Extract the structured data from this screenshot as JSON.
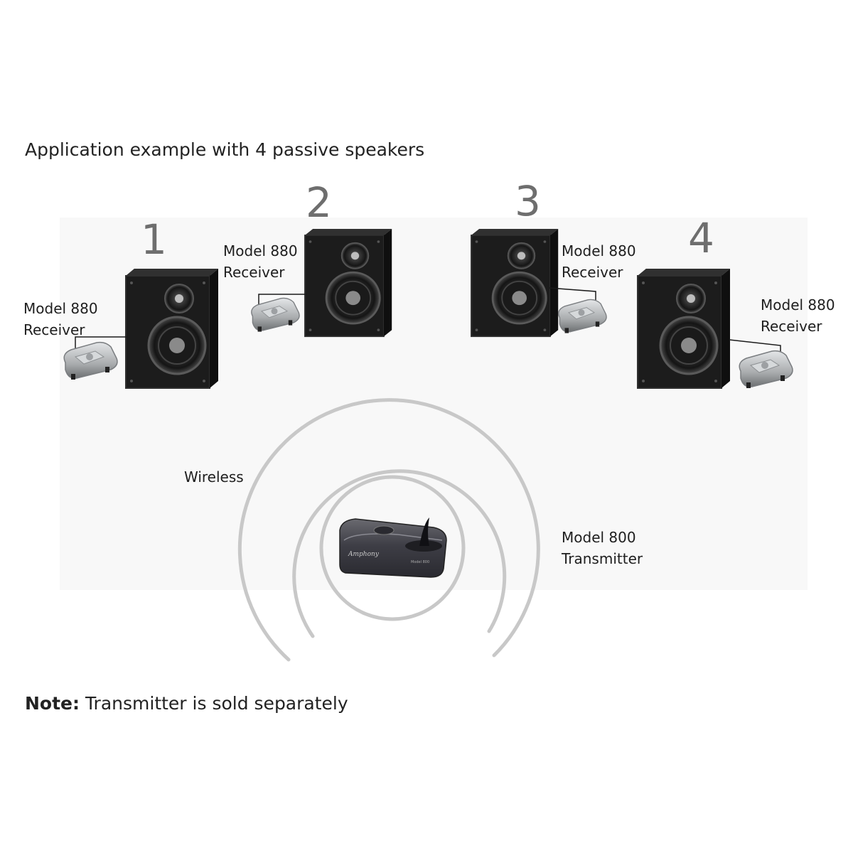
{
  "title": "Application example with 4 passive speakers",
  "speakers": [
    {
      "number": "1",
      "receiver_line1": "Model 880",
      "receiver_line2": "Receiver"
    },
    {
      "number": "2",
      "receiver_line1": "Model 880",
      "receiver_line2": "Receiver"
    },
    {
      "number": "3",
      "receiver_line1": "Model 880",
      "receiver_line2": "Receiver"
    },
    {
      "number": "4",
      "receiver_line1": "Model 880",
      "receiver_line2": "Receiver"
    }
  ],
  "wireless_label": "Wireless",
  "transmitter": {
    "line1": "Model 800",
    "line2": "Transmitter",
    "brand": "Amphony",
    "model_tag": "Model 800"
  },
  "note": {
    "label": "Note:",
    "text": " Transmitter is sold separately"
  },
  "colors": {
    "speaker": "#1b1b1b",
    "receiver": "#b9bcbe",
    "waves": "#c8c8c8",
    "number": "#6e6e6e"
  }
}
